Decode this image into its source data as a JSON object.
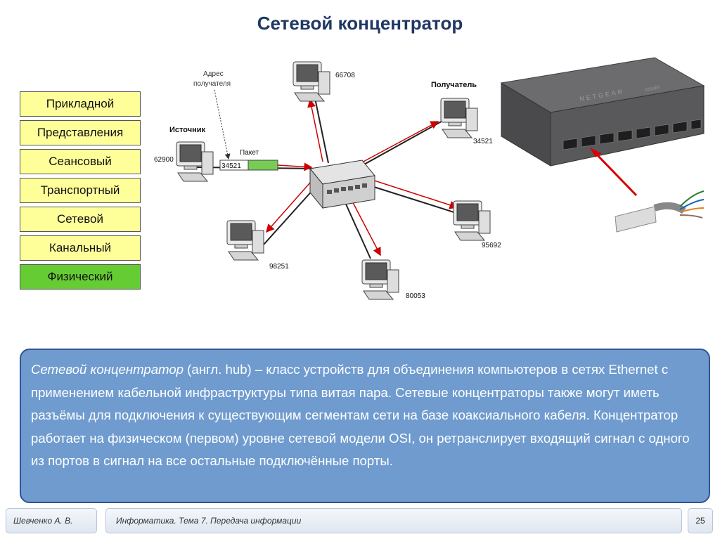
{
  "title": "Сетевой концентратор",
  "osi_layers": [
    {
      "label": "Прикладной",
      "active": false
    },
    {
      "label": "Представления",
      "active": false
    },
    {
      "label": "Сеансовый",
      "active": false
    },
    {
      "label": "Транспортный",
      "active": false
    },
    {
      "label": "Сетевой",
      "active": false
    },
    {
      "label": "Канальный",
      "active": false
    },
    {
      "label": "Физический",
      "active": true
    }
  ],
  "diagram": {
    "dest_address_label_1": "Адрес",
    "dest_address_label_2": "получателя",
    "source_label": "Источник",
    "receiver_label": "Получатель",
    "packet_label": "Пакет",
    "packet_address": "34521",
    "computers": {
      "top": "66708",
      "source": "62900",
      "receiver": "34521",
      "right": "95692",
      "bottom": "80053",
      "left_bottom": "98251"
    }
  },
  "device": {
    "brand": "NETGEAR",
    "model": "GS108T"
  },
  "description": {
    "term": "Сетевой концентратор",
    "text": " (англ. hub) – класс устройств для объединения компьютеров в сетях Ethernet с применением кабельной инфраструктуры типа витая пара. Сетевые концентраторы также могут иметь разъёмы для подключения к существующим сегментам сети на базе коаксиального кабеля. Концентратор работает на физическом (первом) уровне сетевой модели OSI, он ретранслирует входящий сигнал с одного из портов в сигнал на все остальные подключённые порты."
  },
  "footer": {
    "author": "Шевченко А. В.",
    "topic": "Информатика. Тема 7. Передача информации",
    "page": "25"
  },
  "colors": {
    "title": "#1f3864",
    "osi_layer": "#ffff9a",
    "osi_active": "#66cc33",
    "description_bg": "#6f9bcf",
    "arrow_red": "#cc0000"
  }
}
